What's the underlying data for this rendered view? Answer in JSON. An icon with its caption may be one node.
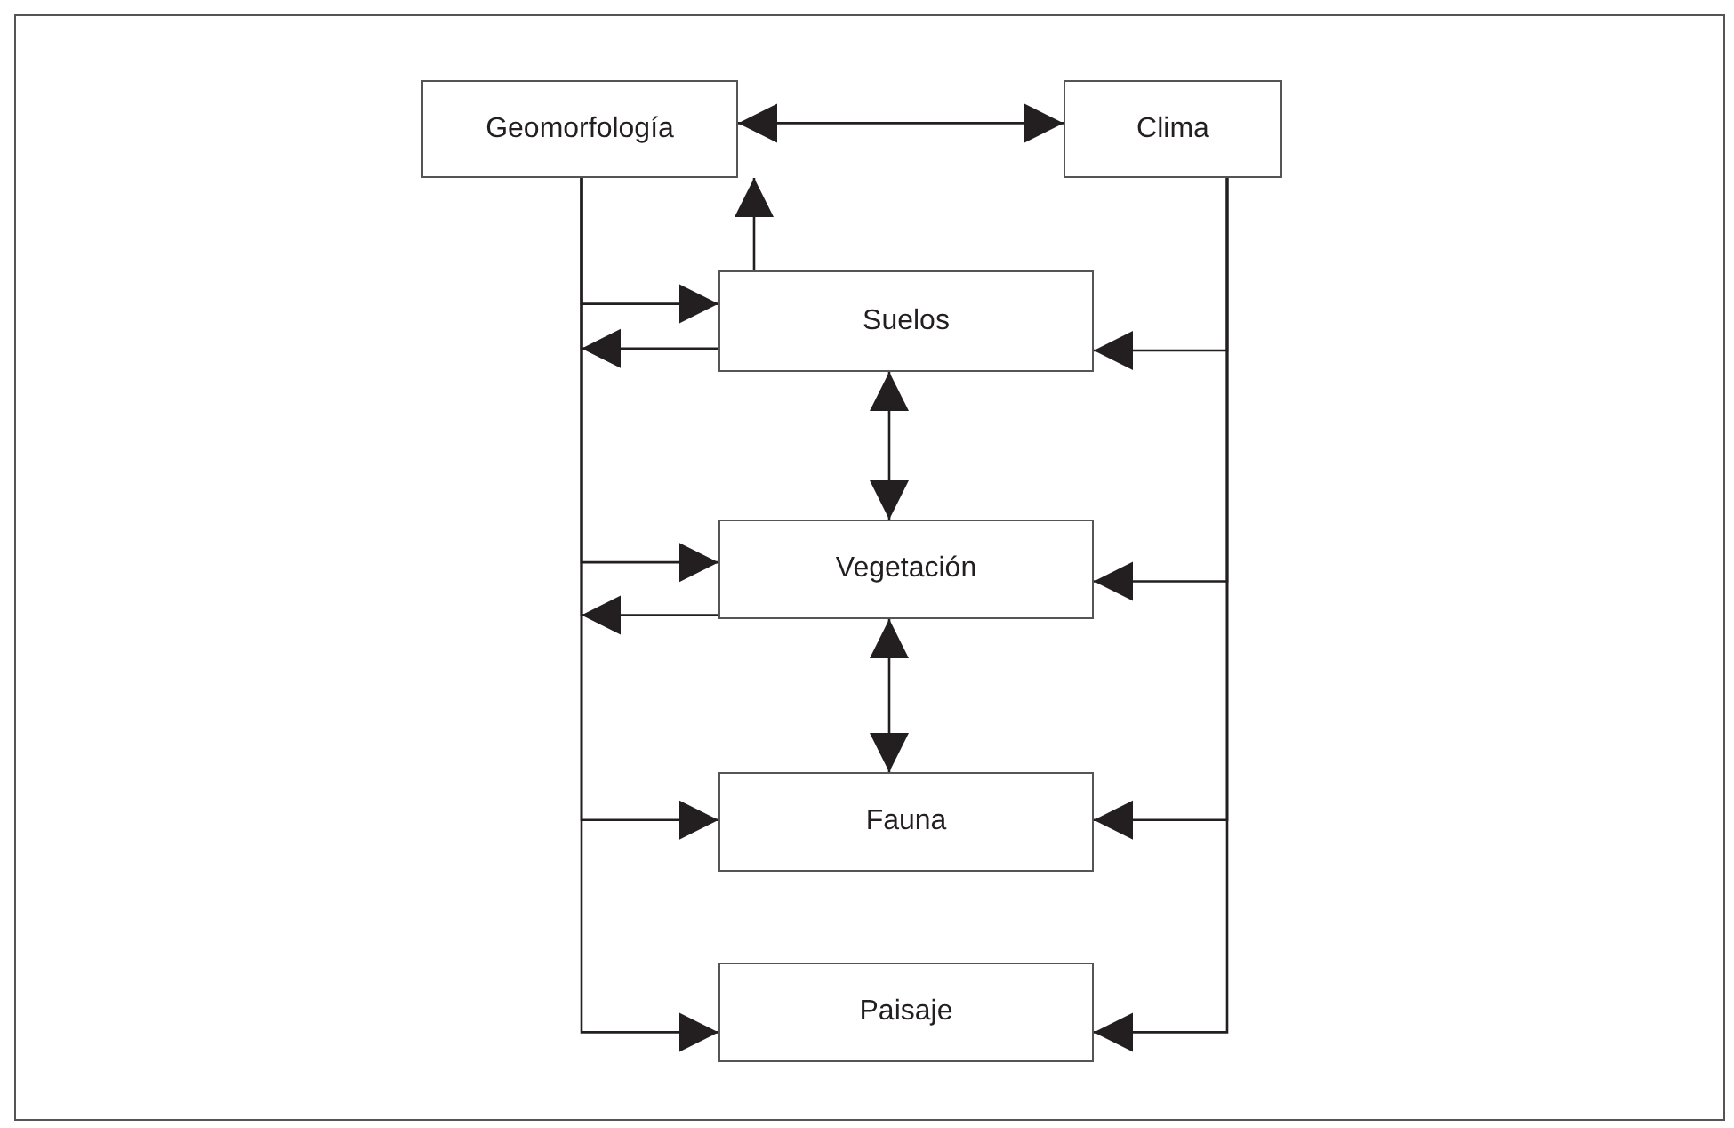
{
  "diagram": {
    "nodes": [
      {
        "text": [
          "Geomorfología"
        ]
      },
      {
        "text": [
          "Clima"
        ]
      },
      {
        "text": [
          "Suelos"
        ]
      },
      {
        "text": [
          "Vegetación"
        ]
      },
      {
        "text": [
          "Fauna"
        ]
      },
      {
        "text": [
          "Paisaje"
        ]
      }
    ],
    "edges": [
      {
        "from": 0,
        "to": 1,
        "arrow": "both"
      },
      {
        "from": 2,
        "to": 0,
        "arrow": "to"
      },
      {
        "from": 0,
        "to": 2,
        "arrow": "to"
      },
      {
        "from": 2,
        "to": 0,
        "arrow": "to"
      },
      {
        "from": 0,
        "to": 3,
        "arrow": "to"
      },
      {
        "from": 3,
        "to": 0,
        "arrow": "to"
      },
      {
        "from": 0,
        "to": 4,
        "arrow": "to"
      },
      {
        "from": 0,
        "to": 5,
        "arrow": "to"
      },
      {
        "from": 2,
        "to": 3,
        "arrow": "both"
      },
      {
        "from": 3,
        "to": 4,
        "arrow": "both"
      },
      {
        "from": 1,
        "to": 2,
        "arrow": "to"
      },
      {
        "from": 1,
        "to": 3,
        "arrow": "to"
      },
      {
        "from": 1,
        "to": 4,
        "arrow": "to"
      },
      {
        "from": 1,
        "to": 5,
        "arrow": "to"
      }
    ]
  }
}
